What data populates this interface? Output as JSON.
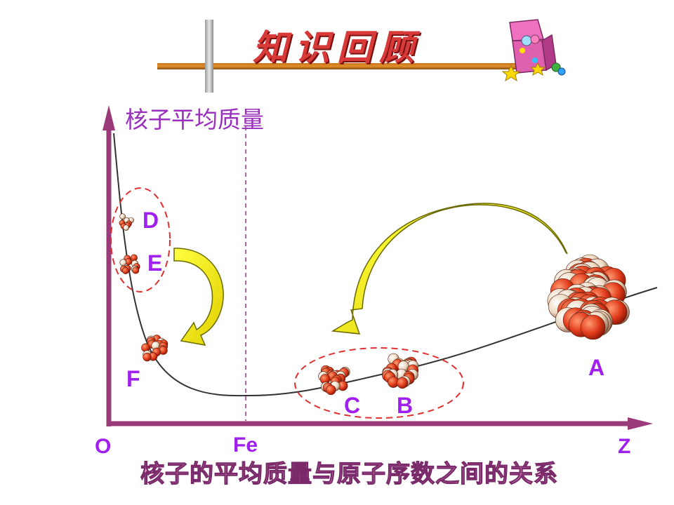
{
  "header": {
    "title": "知识回顾"
  },
  "diagram": {
    "y_axis_label": "核子平均质量",
    "x_axis_label": "Z",
    "origin_label": "O",
    "fe_label": "Fe",
    "points": {
      "A": "A",
      "B": "B",
      "C": "C",
      "D": "D",
      "E": "E",
      "F": "F"
    },
    "caption": "核子的平均质量与原子序数之间的关系"
  },
  "colors": {
    "axis": "#9b3a78",
    "label": "#a020f0",
    "arrow_fill": "#f2f000",
    "dashed_ellipse": "#e03030",
    "nucleon_red": "#e04020",
    "nucleon_cream": "#f0e0c8"
  },
  "icons": [
    "gift-box-icon"
  ]
}
